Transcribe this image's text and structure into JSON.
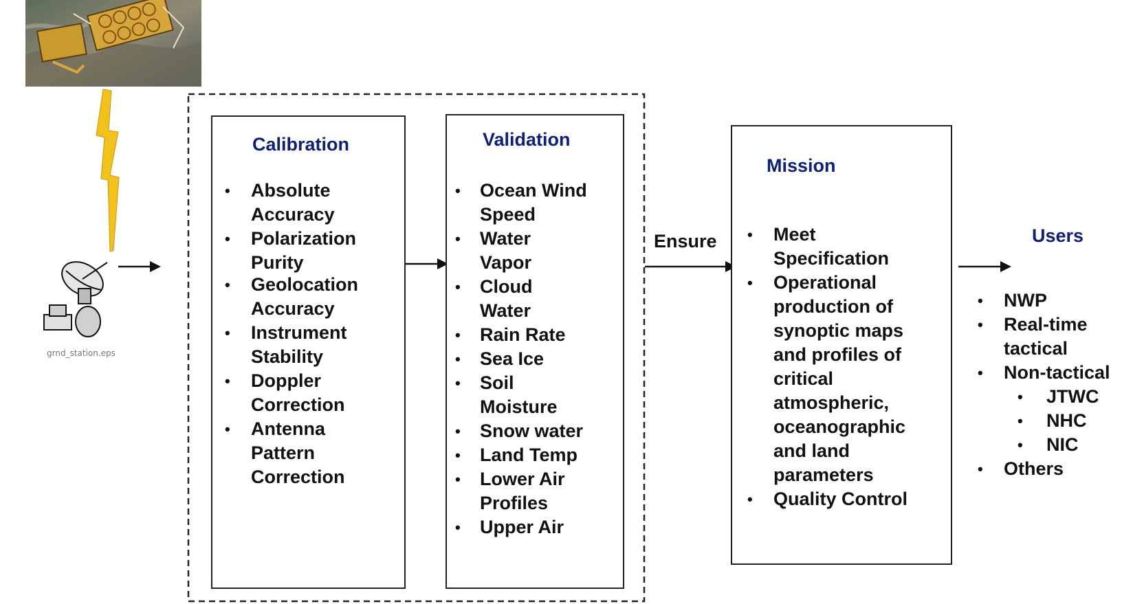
{
  "calibration": {
    "title": "Calibration",
    "items": [
      "Absolute Accuracy",
      "Polarization Purity",
      "Geolocation Accuracy",
      "Instrument Stability",
      "Doppler Correction",
      "Antenna Pattern Correction"
    ]
  },
  "validation": {
    "title": "Validation",
    "items": [
      "Ocean Wind Speed",
      "Water Vapor",
      "Cloud Water",
      "Rain Rate",
      "Sea Ice",
      "Soil Moisture",
      "Snow water",
      "Land Temp",
      "Lower Air Profiles",
      "Upper Air"
    ]
  },
  "ensure_label": "Ensure",
  "mission": {
    "title": "Mission",
    "items": [
      "Meet Specification",
      "Operational production of synoptic maps and profiles of critical atmospheric, oceanographic and land parameters",
      "Quality Control"
    ]
  },
  "users": {
    "title": "Users",
    "items": [
      "NWP",
      "Real-time tactical",
      "Non-tactical"
    ],
    "sub_items": [
      "JTWC",
      "NHC",
      "NIC"
    ],
    "last_item": "Others"
  },
  "ground_station": {
    "caption": "grnd_station.eps",
    "icon": "satellite-dish-icon"
  },
  "satellite": {
    "icon": "satellite-icon"
  },
  "colors": {
    "title": "#0d1f7a",
    "text": "#111111",
    "lightning": "#f2c21b",
    "border": "#222222"
  }
}
